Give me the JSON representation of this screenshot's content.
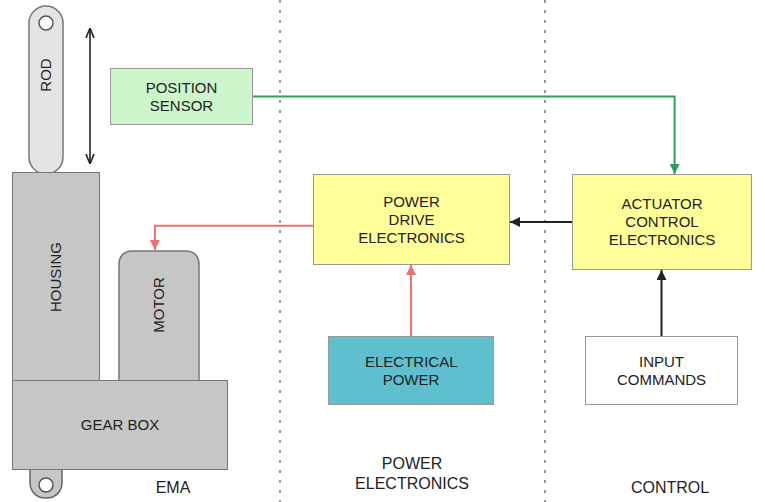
{
  "diagram": {
    "nodes": [
      {
        "text": [
          "ROD"
        ]
      },
      {
        "text": [
          "POSITION SENSOR"
        ]
      },
      {
        "text": [
          "POWER DRIVE ELECTRONICS"
        ]
      },
      {
        "text": [
          "ACTUATOR CONTROL ELECTRONICS"
        ]
      },
      {
        "text": [
          "HOUSING"
        ]
      },
      {
        "text": [
          "MOTOR"
        ]
      },
      {
        "text": [
          "ELECTRICAL POWER"
        ]
      },
      {
        "text": [
          "INPUT COMMANDS"
        ]
      },
      {
        "text": [
          "GEAR BOX"
        ]
      }
    ],
    "edges": [
      {
        "from": 1,
        "to": 3,
        "arrow": "to"
      },
      {
        "from": 3,
        "to": 2,
        "arrow": "to"
      },
      {
        "from": 2,
        "to": 5,
        "arrow": "to"
      },
      {
        "from": 6,
        "to": 2,
        "arrow": "to"
      },
      {
        "from": 7,
        "to": 3,
        "arrow": "to"
      }
    ],
    "labels": [
      "EMA",
      "POWER ELECTRONICS",
      "CONTROL"
    ]
  }
}
